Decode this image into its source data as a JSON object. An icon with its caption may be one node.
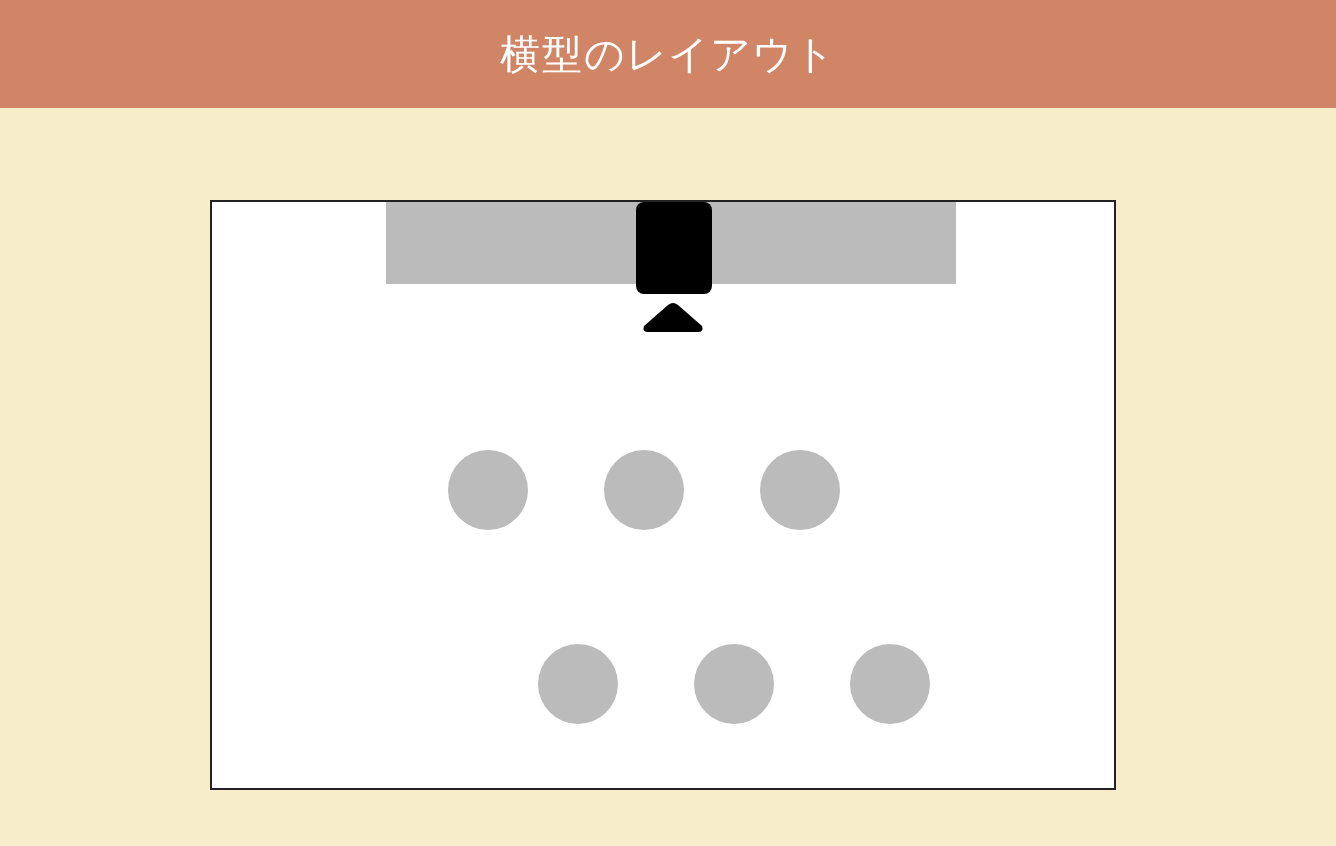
{
  "diagram": {
    "title": "横型のレイアウト",
    "nodes": [
      {
        "text": [],
        "shape": "box"
      },
      {
        "text": [],
        "shape": "bar",
        "in": 0
      },
      {
        "text": [],
        "shape": "box",
        "in": 0
      },
      {
        "text": [],
        "shape": "triangle",
        "in": 0
      },
      {
        "text": [],
        "shape": "circle",
        "in": 0
      },
      {
        "text": [],
        "shape": "circle",
        "in": 0
      },
      {
        "text": [],
        "shape": "circle",
        "in": 0
      },
      {
        "text": [],
        "shape": "circle",
        "in": 0
      },
      {
        "text": [],
        "shape": "circle",
        "in": 0
      },
      {
        "text": [],
        "shape": "circle",
        "in": 0
      }
    ]
  }
}
